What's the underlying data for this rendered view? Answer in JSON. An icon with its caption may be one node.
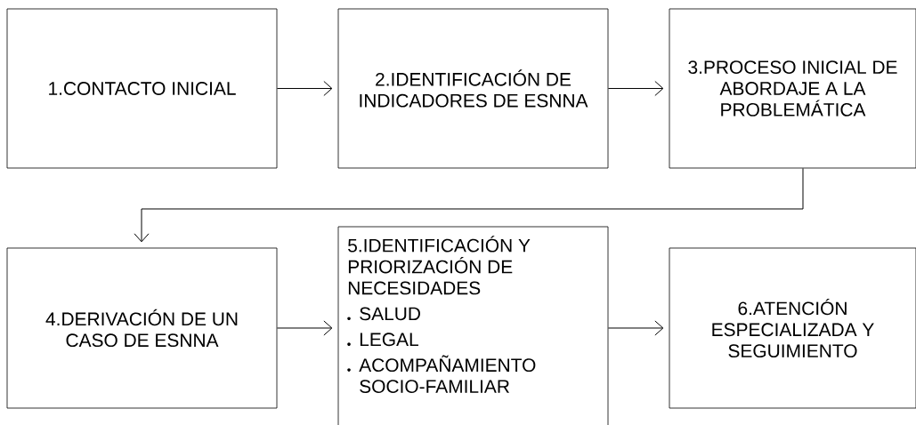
{
  "diagram": {
    "nodes": [
      {
        "text": [
          "1.CONTACTO INICIAL"
        ]
      },
      {
        "text": [
          "2.IDENTIFICACIÓN DE INDICADORES DE ESNNA"
        ]
      },
      {
        "text": [
          "3.PROCESO INICIAL DE ABORDAJE A LA PROBLEMÁTICA"
        ]
      },
      {
        "text": [
          "4.DERIVACIÓN DE UN CASO DE ESNNA"
        ]
      },
      {
        "text": [
          "5.IDENTIFICACIÓN Y PRIORIZACIÓN DE NECESIDADES",
          "SALUD",
          "LEGAL",
          "ACOMPAÑAMIENTO SOCIO-FAMILIAR"
        ]
      },
      {
        "text": [
          "6.ATENCIÓN ESPECIALIZADA Y SEGUIMIENTO"
        ]
      }
    ],
    "edges": [
      {
        "from": 0,
        "to": 1,
        "arrow": "to"
      },
      {
        "from": 1,
        "to": 2,
        "arrow": "to"
      },
      {
        "from": 2,
        "to": 3,
        "arrow": "to"
      },
      {
        "from": 3,
        "to": 4,
        "arrow": "to"
      },
      {
        "from": 4,
        "to": 5,
        "arrow": "to"
      }
    ]
  }
}
